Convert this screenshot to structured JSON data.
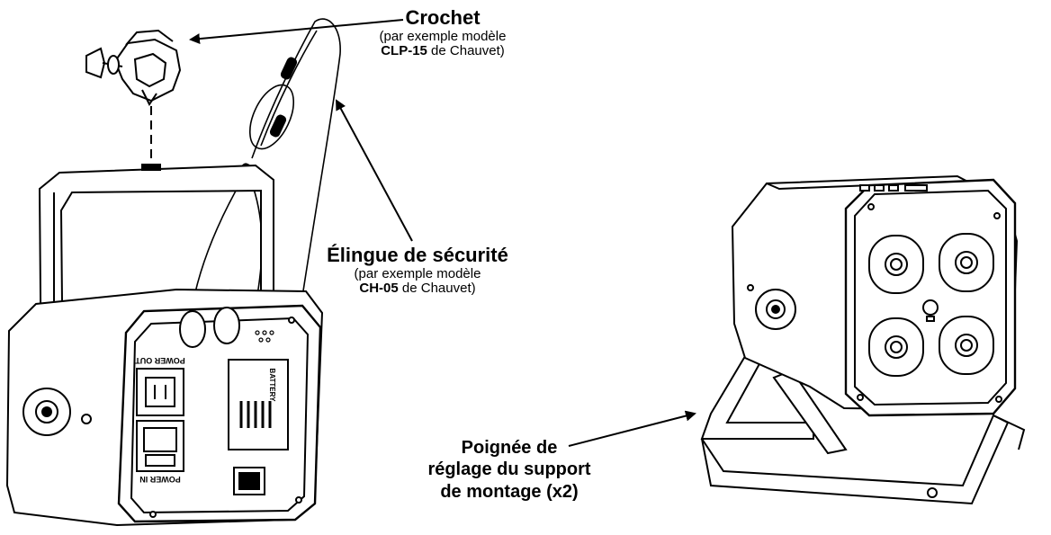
{
  "callouts": {
    "crochet": {
      "title": "Crochet",
      "line1": "(par exemple modèle",
      "model": "CLP-15",
      "suffix": " de Chauvet)"
    },
    "elingue": {
      "title": "Élingue de sécurité",
      "line1": "(par exemple modèle",
      "model": "CH-05",
      "suffix": " de Chauvet)"
    },
    "poignee": {
      "line1": "Poignée de",
      "line2": "réglage du support",
      "line3": "de montage (x2)"
    }
  },
  "unit_labels": {
    "power_out": "POWER OUT",
    "power_in": "POWER IN",
    "battery": "BATTERY"
  },
  "colors": {
    "ink": "#000000",
    "paper": "#ffffff"
  }
}
